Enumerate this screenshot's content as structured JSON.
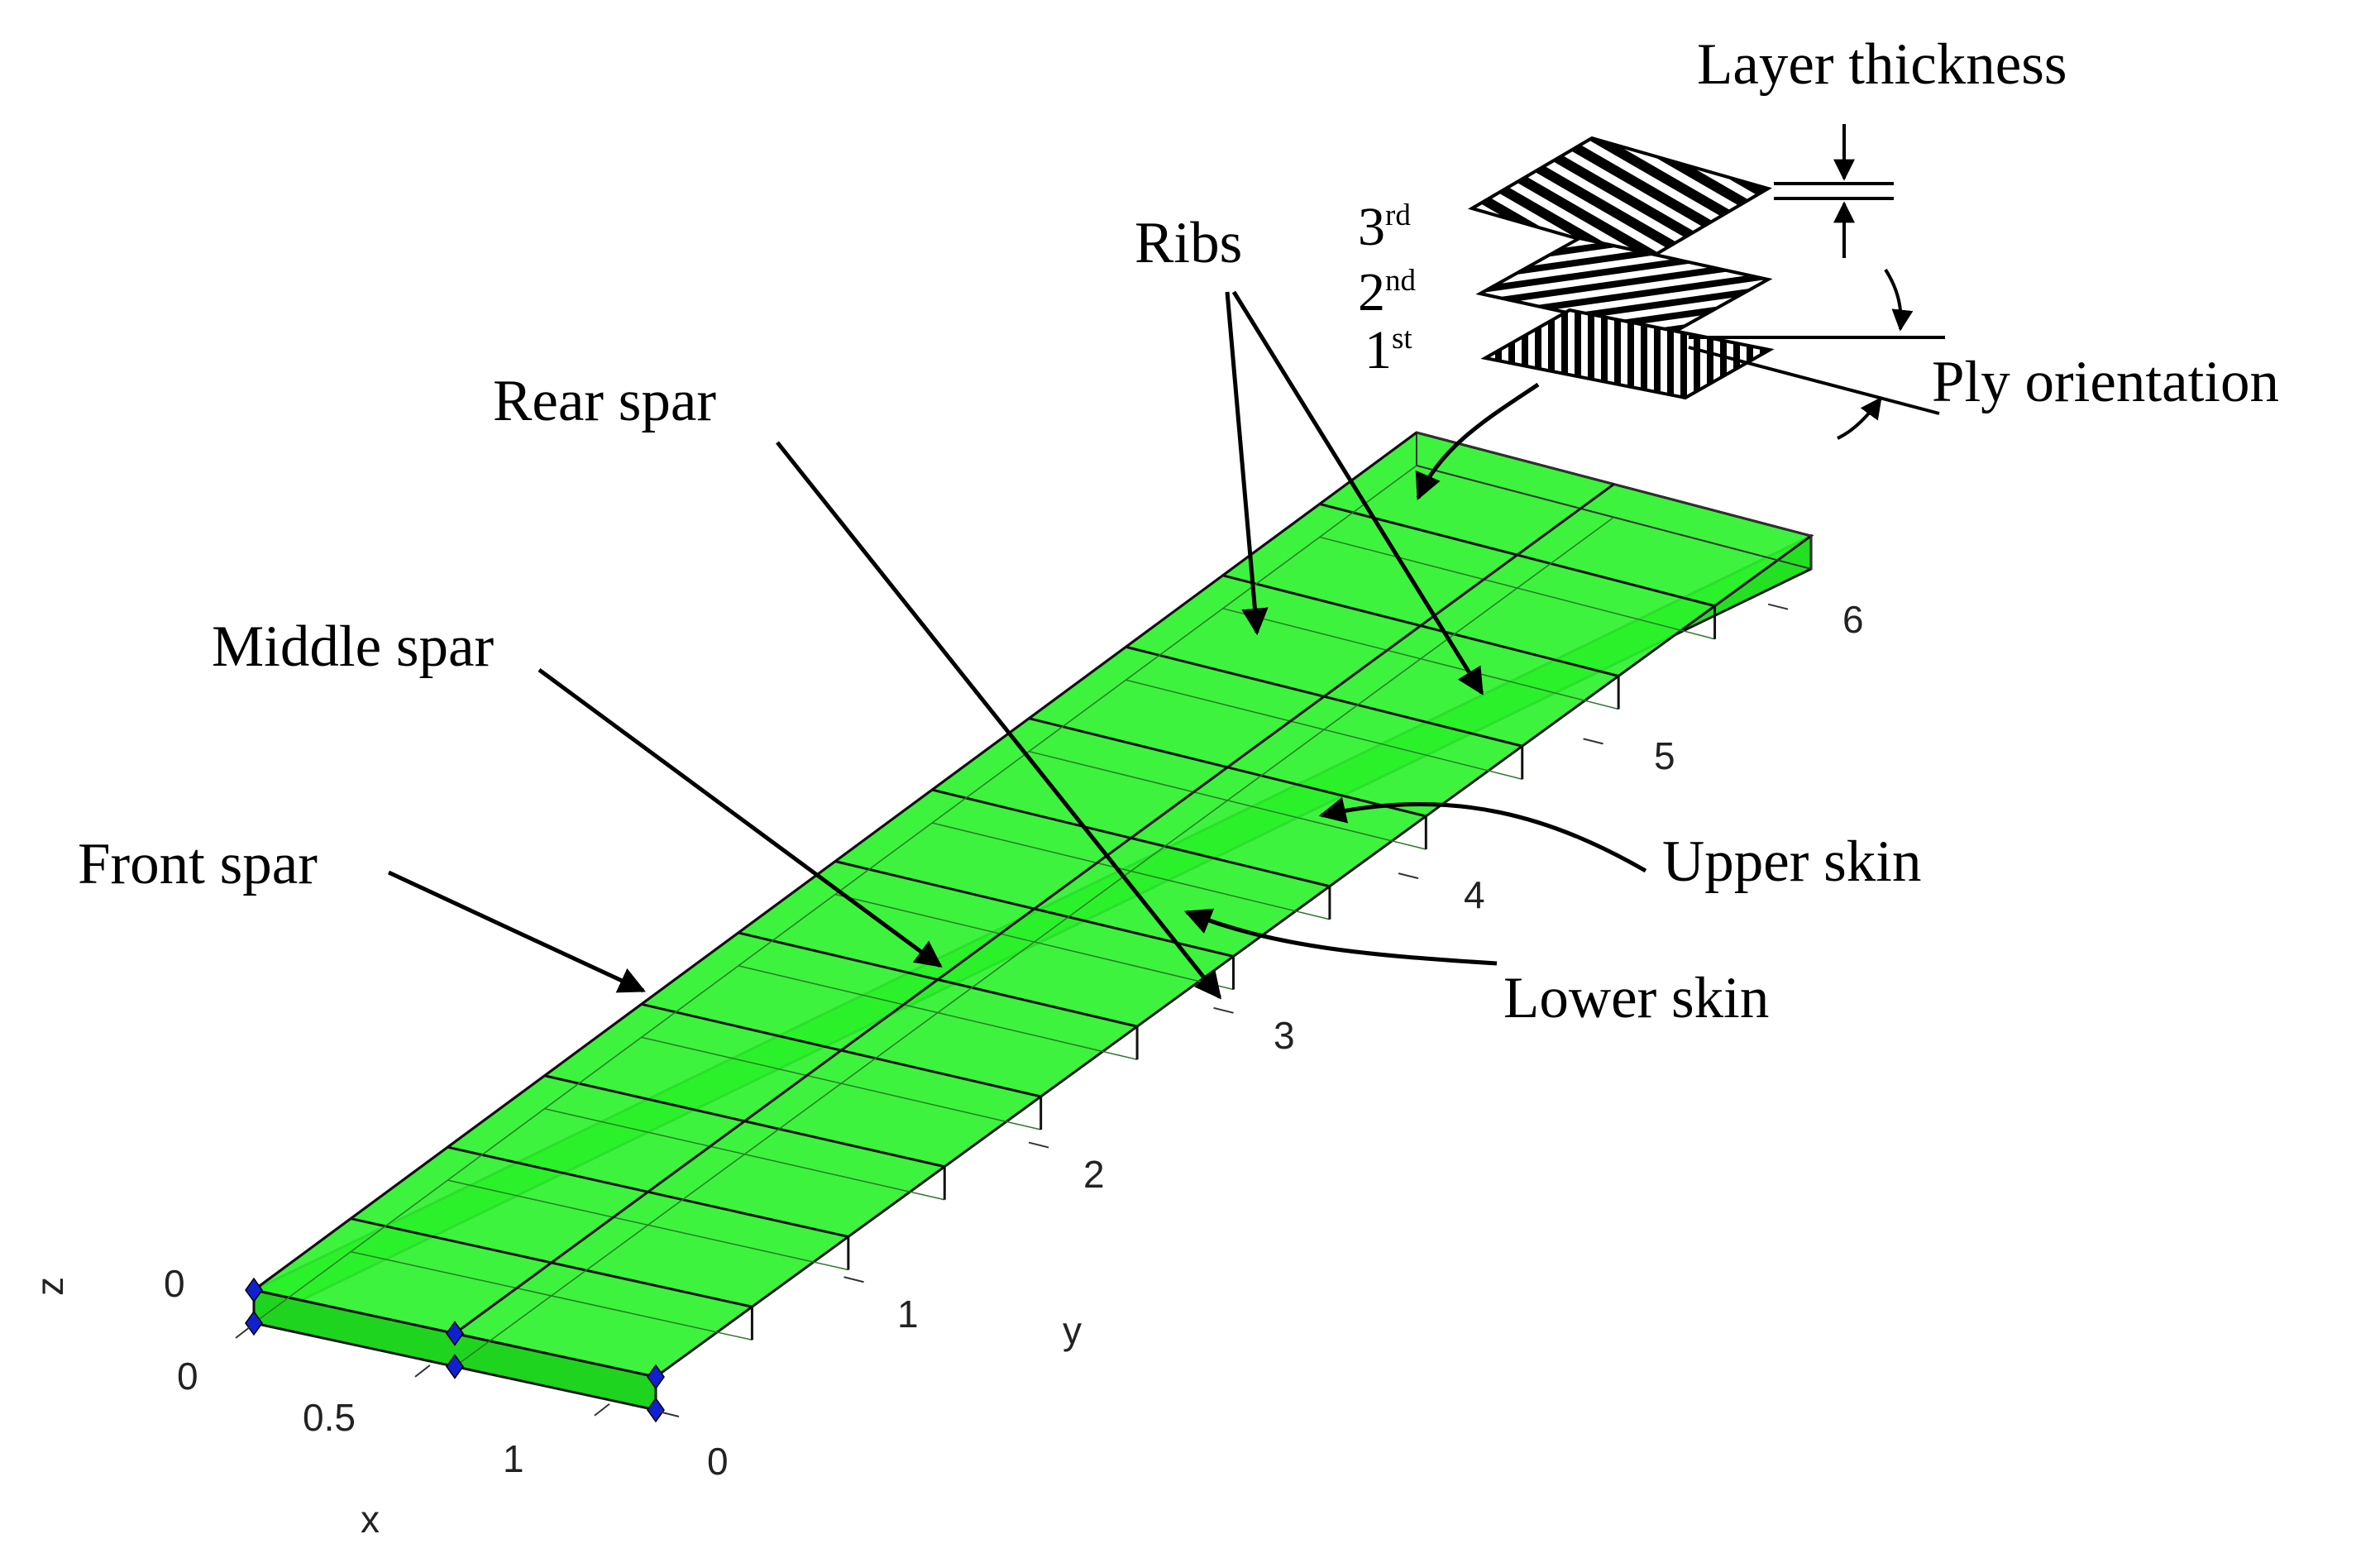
{
  "labels": {
    "layer_thickness": "Layer thickness",
    "ribs": "Ribs",
    "rear_spar": "Rear spar",
    "middle_spar": "Middle spar",
    "front_spar": "Front spar",
    "upper_skin": "Upper skin",
    "lower_skin": "Lower skin",
    "ply_orientation": "Ply orientation"
  },
  "plies": [
    {
      "num": "3",
      "suffix": "rd"
    },
    {
      "num": "2",
      "suffix": "nd"
    },
    {
      "num": "1",
      "suffix": "st"
    }
  ],
  "axes": {
    "x_label": "x",
    "y_label": "y",
    "z_label": "z",
    "x_ticks": [
      "0",
      "0.5",
      "1"
    ],
    "y_ticks": [
      "0",
      "1",
      "2",
      "3",
      "4",
      "5",
      "6"
    ],
    "z_ticks": [
      "0"
    ]
  },
  "colors": {
    "box_fill": "#27f227",
    "edge": "#1a1a1a",
    "node": "#1020d0",
    "arrow": "#000000"
  }
}
